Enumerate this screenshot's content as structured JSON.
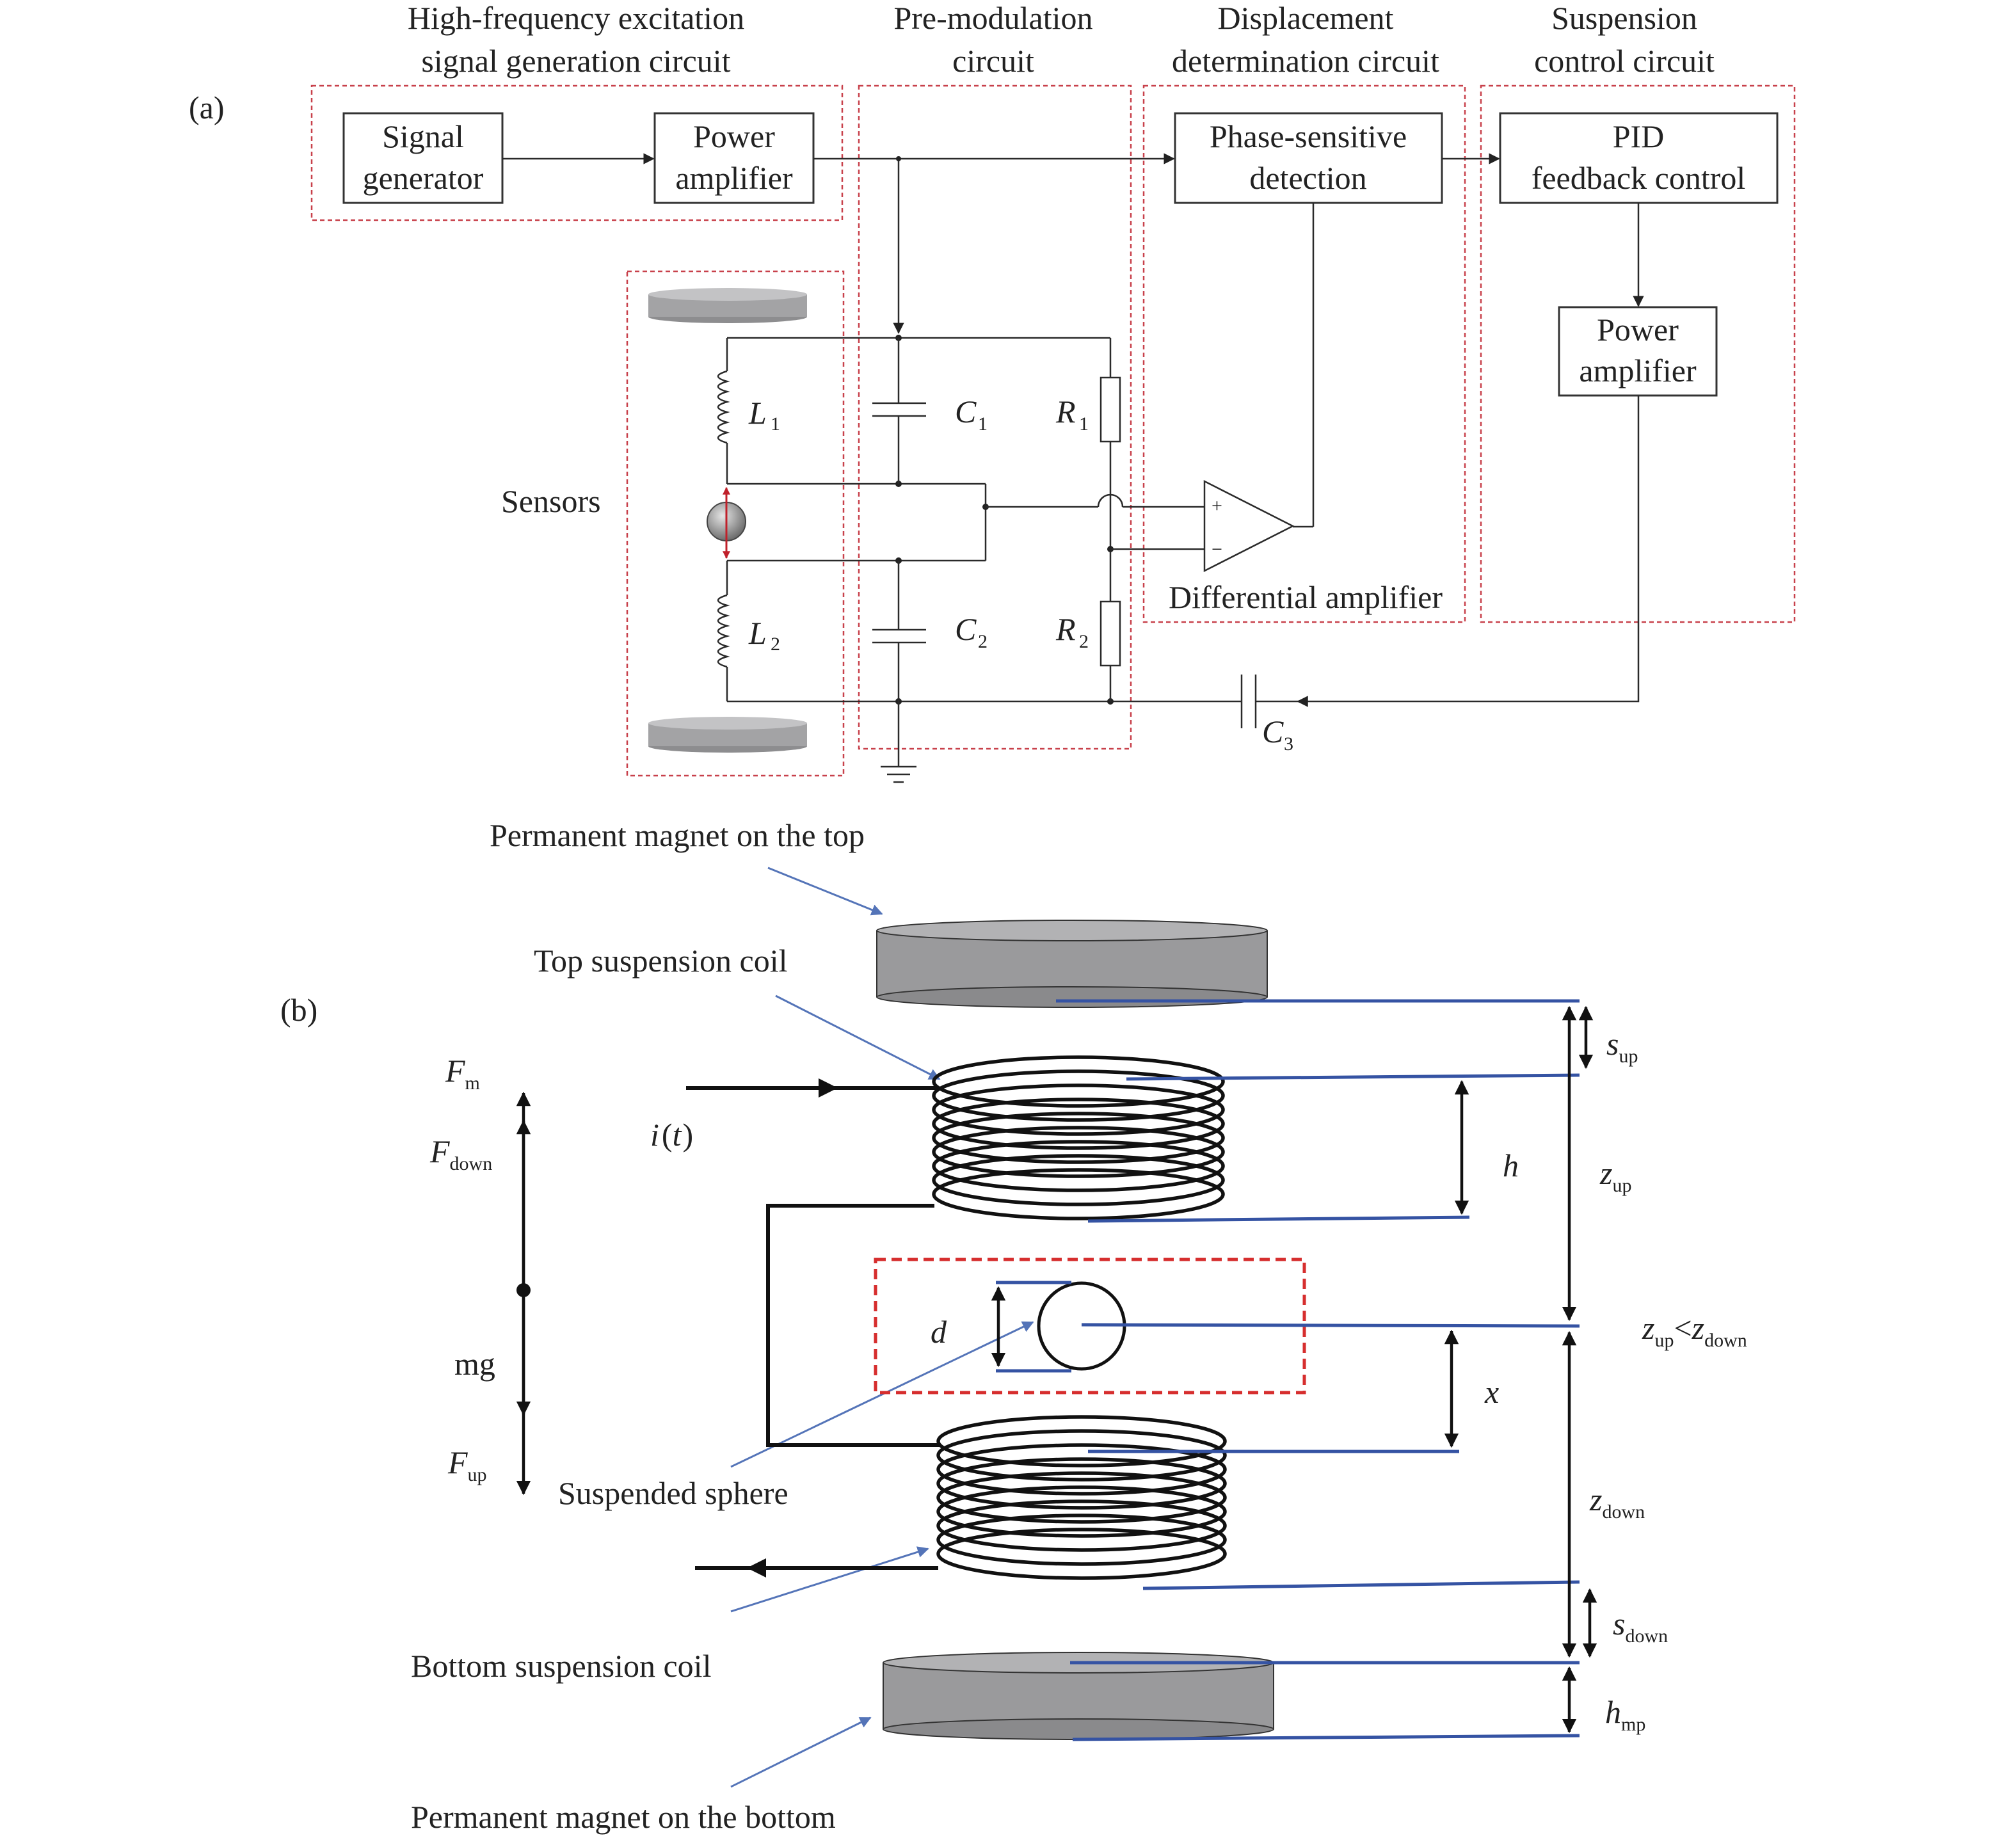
{
  "panel_a": {
    "label": "(a)",
    "groups": {
      "excitation": "High-frequency excitation",
      "excitation_2": "signal generation circuit",
      "premod": "Pre-modulation",
      "premod_2": "circuit",
      "displacement": "Displacement",
      "displacement_2": "determination circuit",
      "suspension": "Suspension",
      "suspension_2": "control circuit"
    },
    "blocks": {
      "signal_gen_1": "Signal",
      "signal_gen_2": "generator",
      "power_amp_1": "Power",
      "power_amp_2": "amplifier",
      "psd_1": "Phase-sensitive",
      "psd_2": "detection",
      "pid_1": "PID",
      "pid_2": "feedback control",
      "power_amp2_1": "Power",
      "power_amp2_2": "amplifier"
    },
    "sensors_label": "Sensors",
    "diff_amp_label": "Differential amplifier",
    "components": {
      "L": "L",
      "C": "C",
      "R": "R",
      "sub1": "1",
      "sub2": "2",
      "sub3": "3",
      "plus": "+",
      "minus": "−"
    }
  },
  "panel_b": {
    "label": "(b)",
    "labels": {
      "top_magnet": "Permanent magnet on the top",
      "top_coil": "Top suspension coil",
      "sphere": "Suspended sphere",
      "bottom_coil": "Bottom suspension coil",
      "bottom_magnet": "Permanent magnet on the bottom"
    },
    "forces": {
      "F": "F",
      "m": "m",
      "down": "down",
      "mg": "mg",
      "up": "up"
    },
    "current_i": "i",
    "current_t": "t",
    "dims": {
      "s": "s",
      "z": "z",
      "h": "h",
      "x": "x",
      "d": "d",
      "up": "up",
      "down": "down",
      "mp": "mp",
      "lt": "<"
    }
  },
  "colors": {
    "dashed_box": "#c8414b",
    "blue_line": "#3553a3",
    "magnet_fill": "#9a9a9c",
    "sphere_box": "#d62e2e",
    "bidir_arrow": "#c0202a"
  }
}
